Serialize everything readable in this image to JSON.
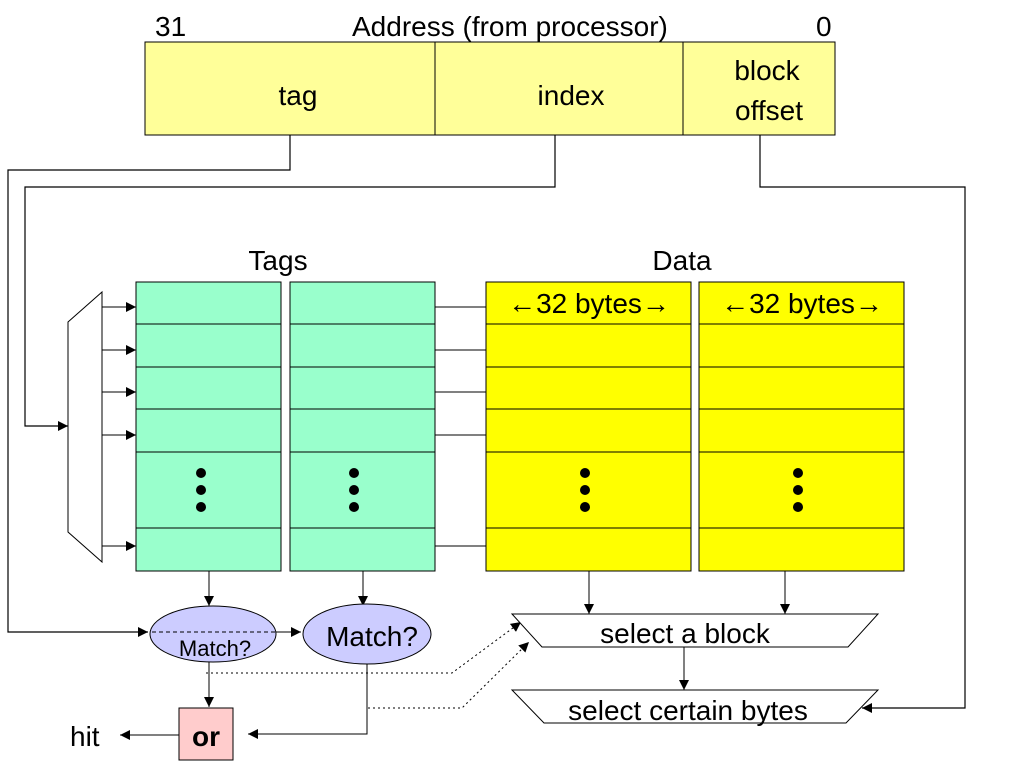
{
  "address": {
    "high_bit": "31",
    "title": "Address (from processor)",
    "low_bit": "0",
    "fields": {
      "tag": "tag",
      "index": "index",
      "offset_line1": "block",
      "offset_line2": "offset"
    }
  },
  "headings": {
    "tags": "Tags",
    "data": "Data"
  },
  "data_way_labels": [
    "←32 bytes→",
    "←32 bytes→"
  ],
  "comparators": {
    "way0": "Match?",
    "way1": "Match?"
  },
  "mux": {
    "select_block": "select a block",
    "select_bytes": "select certain bytes"
  },
  "or_gate": "or",
  "hit": "hit",
  "colors": {
    "address_fill": "#ffff99",
    "tag_fill": "#99ffcc",
    "data_fill": "#ffff00",
    "match_fill": "#ccccff",
    "or_fill": "#ffcccc"
  }
}
